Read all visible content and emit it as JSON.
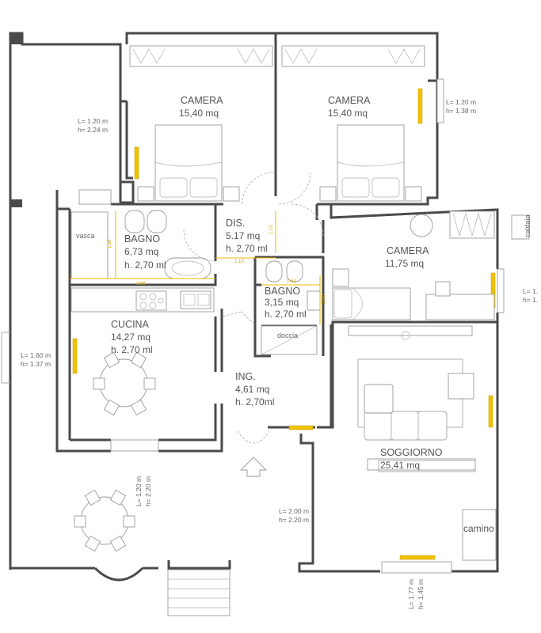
{
  "rooms": {
    "camera_left": {
      "name": "CAMERA",
      "area": "15,40 mq"
    },
    "camera_right": {
      "name": "CAMERA",
      "area": "15,40 mq"
    },
    "camera_small": {
      "name": "CAMERA",
      "area": "11,75 mq"
    },
    "bagno_big": {
      "name": "BAGNO",
      "area": "6,73 mq",
      "height": "h. 2,70 ml"
    },
    "dis": {
      "name": "DIS.",
      "area": "5.17 mq",
      "height": "h. 2,70 ml"
    },
    "bagno_small": {
      "name": "BAGNO",
      "area": "3,15 mq",
      "height": "h. 2,70 ml"
    },
    "cucina": {
      "name": "CUCINA",
      "area": "14,27 mq",
      "height": "h. 2,70 ml"
    },
    "ingresso": {
      "name": "ING.",
      "area": "4,61 mq",
      "height": "h. 2,70ml"
    },
    "soggiorno": {
      "name": "SOGGIORNO",
      "area": "25,41 mq"
    }
  },
  "fixtures": {
    "vasca": "vasca",
    "doccia": "doccia",
    "caldaia": "caldaia",
    "camino": "camino"
  },
  "windows": {
    "camera_left": {
      "l": "L= 1.20 m",
      "h": "h= 2.24 m"
    },
    "camera_right": {
      "l": "L= 1.20 m",
      "h": "h= 1.38 m"
    },
    "camera_small": {
      "l": "L= 1.",
      "h": "h= 1."
    },
    "cucina_side": {
      "l": "L= 1.60 m",
      "h": "h= 1.37 m"
    },
    "cucina_front": {
      "l": "L= 1.20 m",
      "h": "h= 2.20 m"
    },
    "soggiorno_side": {
      "l": "L= 2.00 m",
      "h": "h= 2.20 m"
    },
    "soggiorno_front": {
      "l": "L= 1.77 m",
      "h": "h= 1.45 m"
    }
  },
  "dims": {
    "bagno_h": "1.84",
    "bagno_w": "3.66",
    "dis_v": "1.10",
    "dis_h": "1.10",
    "bagno2_w": "1.52",
    "bagno2_h": "2.00"
  }
}
